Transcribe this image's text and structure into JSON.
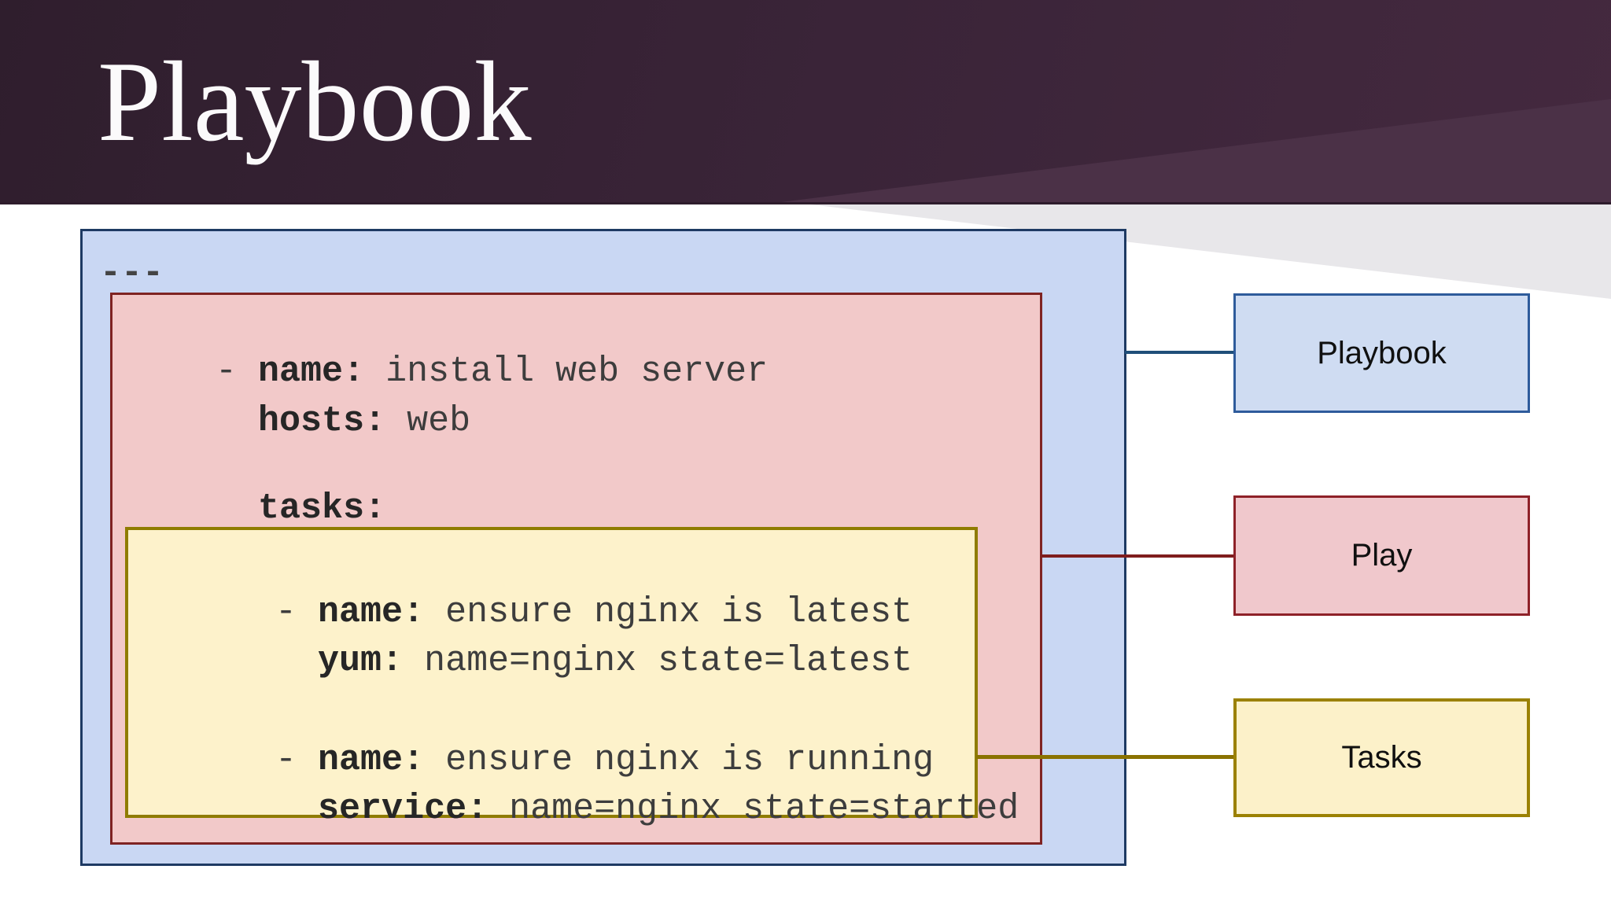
{
  "slide": {
    "title": "Playbook"
  },
  "code": {
    "doc_start": "---",
    "lines": [
      {
        "pre": "- ",
        "key": "name:",
        "val": " install web server"
      },
      {
        "pre": "  ",
        "key": "hosts:",
        "val": " web"
      },
      {
        "pre": "  ",
        "key": "tasks:",
        "val": ""
      },
      {
        "pre": "- ",
        "key": "name:",
        "val": " ensure nginx is latest"
      },
      {
        "pre": "  ",
        "key": "yum:",
        "val": " name=nginx state=latest"
      },
      {
        "pre": "- ",
        "key": "name:",
        "val": " ensure nginx is running"
      },
      {
        "pre": "  ",
        "key": "service:",
        "val": " name=nginx state=started"
      }
    ]
  },
  "legend": {
    "playbook": {
      "label": "Playbook",
      "fill": "#cfdcf2",
      "border": "#2e5b9b"
    },
    "play": {
      "label": "Play",
      "fill": "#f0c8cc",
      "border": "#8e2128"
    },
    "tasks": {
      "label": "Tasks",
      "fill": "#fcf1c9",
      "border": "#9b8103"
    }
  },
  "diagram": {
    "playbook_box": {
      "fill": "#c9d7f3",
      "border": "#1e3a63"
    },
    "play_box": {
      "fill": "#f2c9c9",
      "border": "#7f2322"
    },
    "tasks_box": {
      "fill": "#fdf2cb",
      "border": "#8f7c00"
    },
    "connector_colors": {
      "playbook": "#1f4e79",
      "play": "#7f1d1d",
      "tasks": "#8a7200"
    },
    "header_color": "#3a2438",
    "background_accent": "#e8e7ea"
  }
}
